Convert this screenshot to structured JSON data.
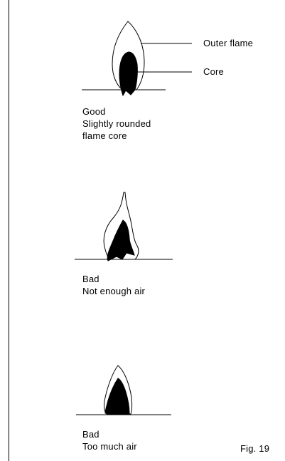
{
  "figure_label": "Fig. 19",
  "callouts": {
    "outer_flame": "Outer flame",
    "core": "Core"
  },
  "diagrams": [
    {
      "verdict": "Good",
      "description_lines": [
        "Slightly rounded",
        "flame core"
      ]
    },
    {
      "verdict": "Bad",
      "description_lines": [
        "Not enough air"
      ]
    },
    {
      "verdict": "Bad",
      "description_lines": [
        "Too much air"
      ]
    }
  ]
}
